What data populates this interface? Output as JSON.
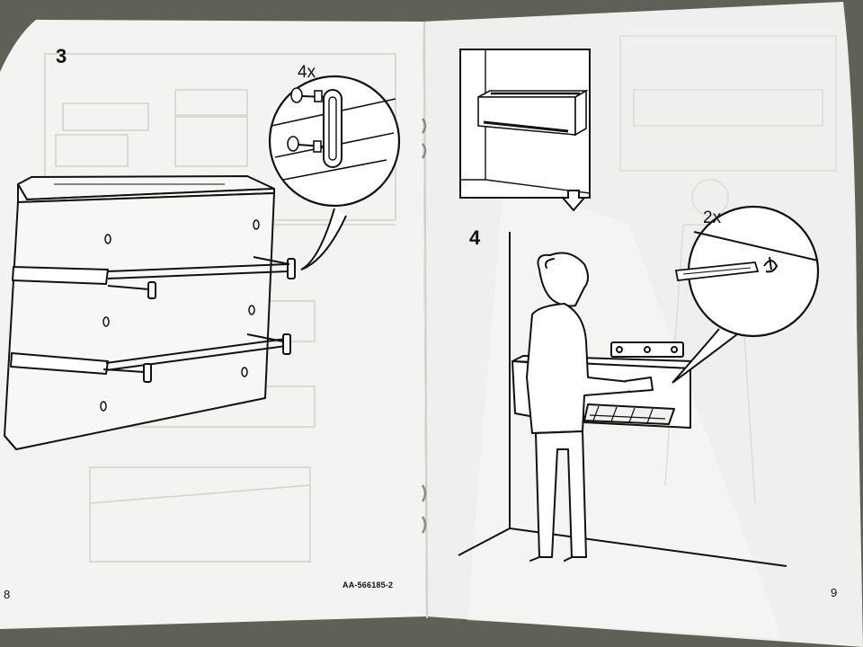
{
  "booklet": {
    "left_page": {
      "step_number": "3",
      "callout_quantity": "4x",
      "page_number": "8",
      "article_code": "AA-566185-2"
    },
    "right_page": {
      "step_number": "4",
      "callout_quantity": "2x",
      "page_number": "9"
    }
  },
  "colors": {
    "background": "#5f6156",
    "paper_left": "#f3f3f1",
    "paper_right": "#efefed",
    "ink": "#111111",
    "ghost_ink": "#d2d2cc"
  }
}
